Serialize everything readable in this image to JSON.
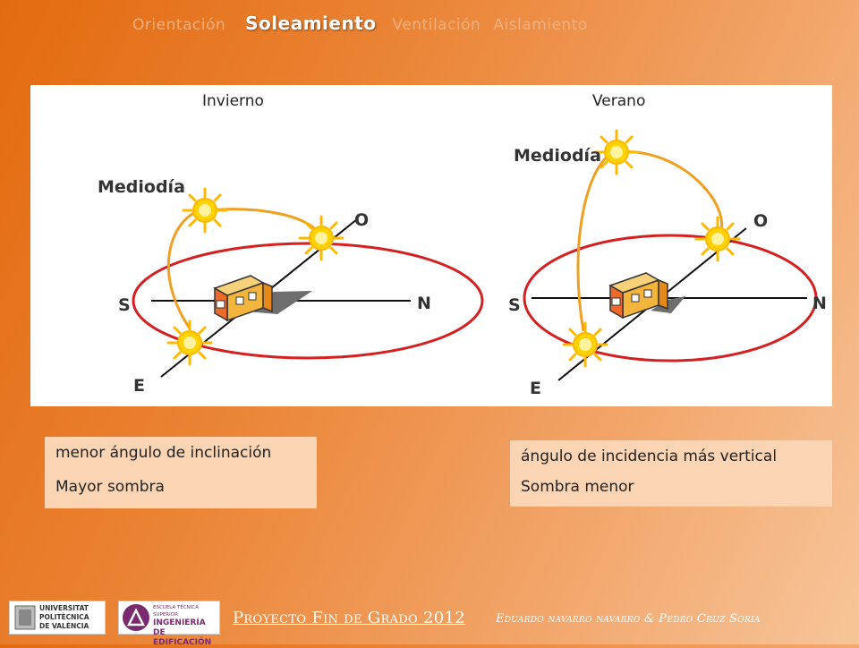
{
  "nav": {
    "tabs": [
      "Orientación",
      "Soleamiento",
      "Ventilación",
      "Aislamiento"
    ],
    "active_index": 1
  },
  "diagram": {
    "left_title": "Invierno",
    "right_title": "Verano",
    "noon_label": "Mediodía",
    "dir_o": "O",
    "dir_s": "S",
    "dir_n": "N",
    "dir_e": "E"
  },
  "captions": {
    "left_line1": "menor ángulo de inclinación",
    "left_line2": "Mayor sombra",
    "right_line1": "ángulo de incidencia más vertical",
    "right_line2": "Sombra menor"
  },
  "footer": {
    "project": "Proyecto Fin de Grado 2012",
    "authors": "Eduardo navarro navarro & Pedro Cruz Soria",
    "logo1_lines": [
      "UNIVERSITAT",
      "POLITÈCNICA",
      "DE VALÈNCIA"
    ],
    "logo2_lines": [
      "ESCUELA TÉCNICA SUPERIOR",
      "INGENIERÍA DE",
      "EDIFICACIÓN"
    ]
  },
  "colors": {
    "accent": "#e36a10",
    "orbit": "#d42020",
    "arc": "#f0a020",
    "sun": "#ffd200",
    "caption_bg": "#fbd4b3",
    "logo2_purple": "#7a2a6e"
  }
}
